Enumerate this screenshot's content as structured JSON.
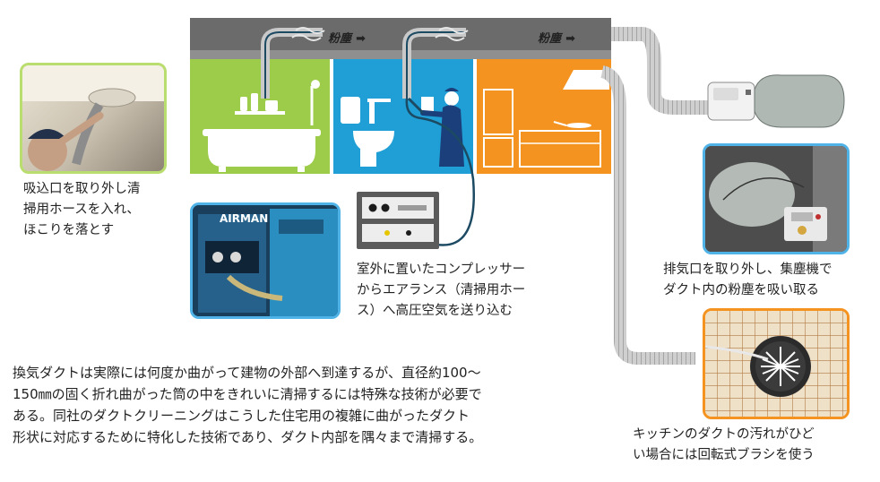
{
  "flow_labels": {
    "dust_1": "粉塵",
    "dust_2": "粉塵"
  },
  "equipment": {
    "compressor_brand": "AIRMAN"
  },
  "captions": {
    "intake": [
      "吸込口を取り外し清",
      "掃用ホースを入れ、",
      "ほこりを落とす"
    ],
    "compressor": [
      "室外に置いたコンプレッサー",
      "からエアランス（清掃用ホー",
      "ス）へ高圧空気を送り込む"
    ],
    "exhaust": [
      "排気口を取り外し、集塵機で",
      "ダクト内の粉塵を吸い取る"
    ],
    "kitchen": [
      "キッチンのダクトの汚れがひど",
      "い場合には回転式ブラシを使う"
    ]
  },
  "body_text": [
    "換気ダクトは実際には何度か曲がって建物の外部へ到達するが、直径約100〜",
    "150㎜の固く折れ曲がった筒の中をきれいに清掃するには特殊な技術が必要で",
    "ある。同社のダクトクリーニングはこうした住宅用の複雑に曲がったダクト",
    "形状に対応するために特化した技術であり、ダクト内部を隅々まで清掃する。"
  ],
  "colors": {
    "duct_band": "#6b6b6b",
    "bathroom": "#9ccc4a",
    "toilet": "#1f9fd6",
    "kitchen": "#f4931f",
    "hose": "#c9c9c9",
    "photo_border": "#b9dd6e",
    "photo_border_blue": "#4fb3e8"
  }
}
